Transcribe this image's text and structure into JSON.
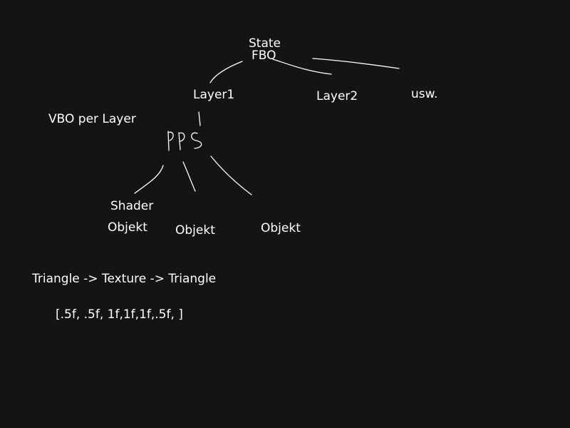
{
  "colors": {
    "background": "#141414",
    "ink": "#ffffff"
  },
  "nodes": {
    "state": "State",
    "fbo": "FBO",
    "layer1": "Layer1",
    "layer2": "Layer2",
    "usw": "usw.",
    "vbo_per_layer": "VBO per Layer",
    "shader": "Shader",
    "objekt_1": "Objekt",
    "objekt_2": "Objekt",
    "objekt_3": "Objekt"
  },
  "handwriting": "PPS",
  "notes": {
    "pipeline": "Triangle -> Texture -> Triangle",
    "array": "[.5f, .5f, 1f,1f,1f,.5f, ]"
  }
}
